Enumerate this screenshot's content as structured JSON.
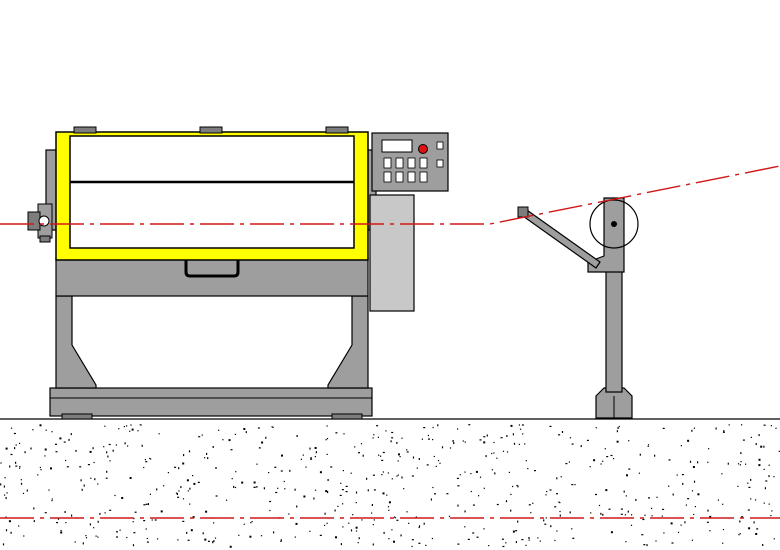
{
  "diagram": {
    "type": "machine-side-elevation",
    "components": [
      {
        "id": "wire-drawing-machine",
        "label": ""
      },
      {
        "id": "control-panel",
        "label": ""
      },
      {
        "id": "guide-roller-stand",
        "label": ""
      },
      {
        "id": "foundation-floor",
        "label": ""
      }
    ]
  },
  "colors": {
    "background": "#ffffff",
    "machine_gray": "#9e9e9e",
    "machine_gray_dark": "#7d7d7d",
    "panel_gray": "#c8c8c8",
    "cover_white": "#ffffff",
    "cover_frame_yellow": "#ffff00",
    "wire_line_red": "#d01818",
    "indicator_red": "#e01010",
    "outline": "#000000",
    "concrete_speck": "#000000"
  }
}
